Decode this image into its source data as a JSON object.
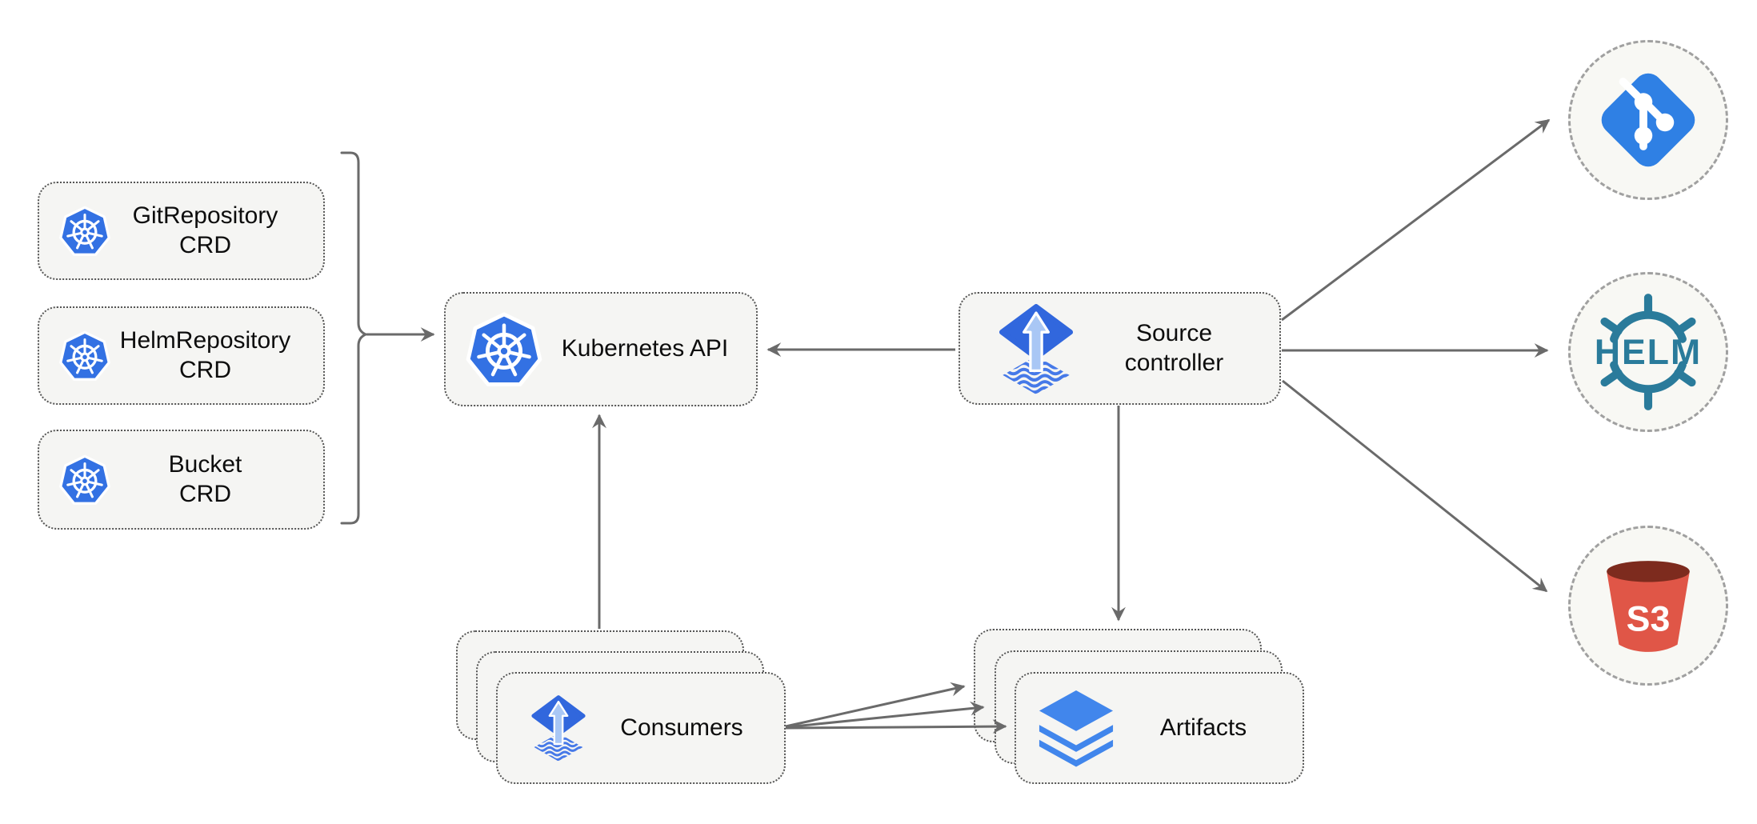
{
  "crd_group": {
    "items": [
      {
        "icon": "kubernetes-icon",
        "line1": "GitRepository",
        "line2": "CRD"
      },
      {
        "icon": "kubernetes-icon",
        "line1": "HelmRepository",
        "line2": "CRD"
      },
      {
        "icon": "kubernetes-icon",
        "line1": "Bucket",
        "line2": "CRD"
      }
    ]
  },
  "kubernetes_api": {
    "icon": "kubernetes-icon",
    "label": "Kubernetes API"
  },
  "source_controller": {
    "icon": "flux-source-controller-icon",
    "line1": "Source",
    "line2": "controller"
  },
  "consumers": {
    "icon": "flux-source-controller-icon",
    "label": "Consumers"
  },
  "artifacts": {
    "icon": "layers-icon",
    "label": "Artifacts"
  },
  "external_sources": {
    "git": {
      "icon": "git-icon"
    },
    "helm": {
      "icon": "helm-icon",
      "label": "HELM"
    },
    "s3": {
      "icon": "s3-bucket-icon",
      "label": "S3"
    }
  },
  "colors": {
    "kubernetes_blue": "#3371e3",
    "flux_blue": "#3167dd",
    "flux_arrow_light": "#a9c7f5",
    "layers_blue": "#4186ec",
    "git_blue": "#2f80e4",
    "helm_teal": "#2a7b9b",
    "s3_red": "#e05647",
    "s3_dark_red": "#7d2b1e",
    "box_fill": "#f5f5f3",
    "circle_fill": "#f8f8f4",
    "connector_gray": "#6a6a6a",
    "dotted_border": "#555555",
    "dashed_border": "#a0a0a0"
  }
}
